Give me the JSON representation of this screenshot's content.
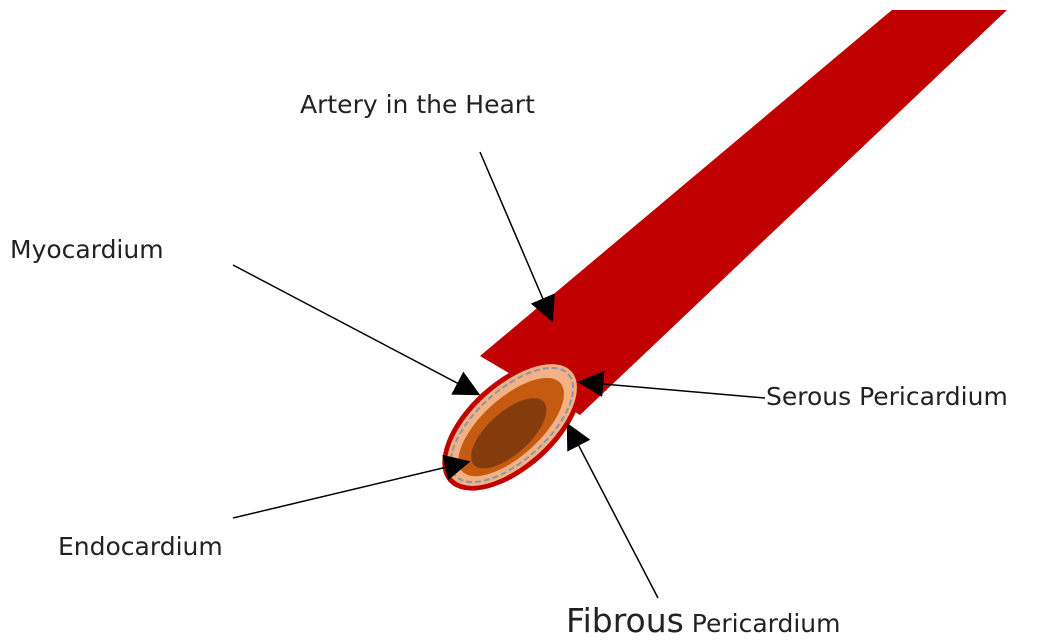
{
  "labels": {
    "artery": "Artery in the Heart",
    "myocardium": "Myocardium",
    "serous": "Serous Pericardium",
    "endocardium": "Endocardium",
    "fibrous_word": "Fibrous",
    "fibrous_rest": "Pericardium"
  },
  "colors": {
    "artery": "#c00000",
    "fibrous_layer": "#f4b183",
    "myocardium_layer": "#c55a11",
    "endocardium_layer": "#843c0c",
    "serous_dash": "#8497b0",
    "arrow": "#000000",
    "text": "#222222"
  }
}
